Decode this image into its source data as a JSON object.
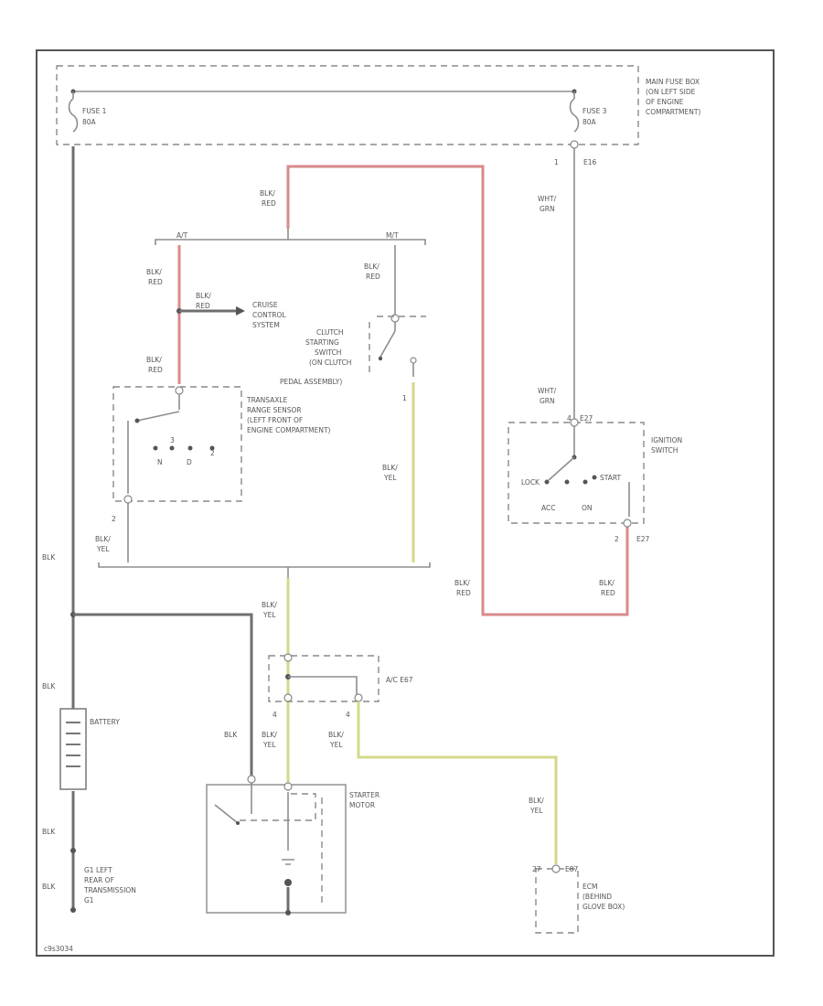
{
  "fuse_box": {
    "label_lines": [
      "MAIN FUSE BOX",
      "(ON LEFT SIDE",
      "OF ENGINE",
      "COMPARTMENT)"
    ],
    "fuse1": {
      "name": "FUSE 1",
      "rating": "80A"
    },
    "fuse3": {
      "name": "FUSE 3",
      "rating": "80A"
    },
    "pin": "1",
    "connector": "E16"
  },
  "wire_colors": {
    "blk_red": [
      "BLK/",
      "RED"
    ],
    "blk_yel": [
      "BLK/",
      "YEL"
    ],
    "wht_grn": [
      "WHT/",
      "GRN"
    ],
    "blk": "BLK"
  },
  "transaxle_labels": {
    "at": "A/T",
    "mt": "M/T"
  },
  "cruise": {
    "wire": [
      "BLK/",
      "RED"
    ],
    "label_lines": [
      "CRUISE",
      "CONTROL",
      "SYSTEM"
    ]
  },
  "clutch_switch": {
    "label_lines": [
      "CLUTCH",
      "STARTING",
      "SWITCH",
      "(ON CLUTCH",
      "PEDAL ASSEMBLY)"
    ],
    "pin": "1"
  },
  "range_sensor": {
    "label_lines": [
      "TRANSAXLE",
      "RANGE SENSOR",
      "(LEFT FRONT OF",
      "ENGINE COMPARTMENT)"
    ],
    "positions": [
      "N",
      "D",
      "3",
      "2"
    ],
    "pin": "2"
  },
  "ignition_switch": {
    "label_lines": [
      "IGNITION",
      "SWITCH"
    ],
    "top_pin": "4",
    "top_connector": "E27",
    "bottom_pin": "2",
    "bottom_connector": "E27",
    "positions": [
      "LOCK",
      "ACC",
      "ON",
      "START"
    ]
  },
  "ac_relay": {
    "label": "A/C E67",
    "pins": [
      "4",
      "4"
    ]
  },
  "battery": {
    "label": "BATTERY"
  },
  "starter": {
    "label_lines": [
      "STARTER",
      "MOTOR"
    ]
  },
  "ground": {
    "label_lines": [
      "G1 LEFT",
      "REAR OF",
      "TRANSMISSION",
      "G1"
    ]
  },
  "ecm": {
    "label_lines": [
      "ECM",
      "(BEHIND",
      "GLOVE BOX)"
    ],
    "pin": "27",
    "connector": "E87"
  },
  "footer": "c9s3034"
}
